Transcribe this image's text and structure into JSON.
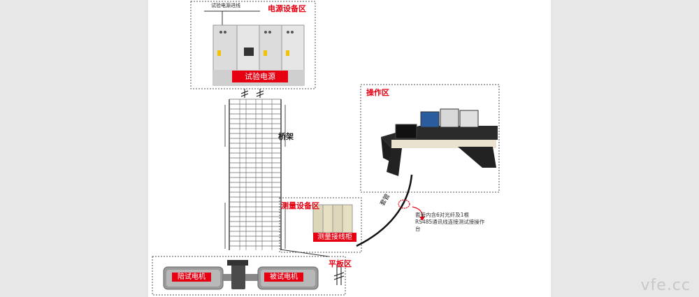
{
  "zones": {
    "power": "电源设备区",
    "operation": "操作区",
    "measurement": "测量设备区",
    "platform": "平板区"
  },
  "labels": {
    "supply_line": "试验电源进线",
    "test_power": "试验电源",
    "bridge": "桥架",
    "measure_cabinet": "测量接线柜",
    "accompany_motor": "陪试电机",
    "tested_motor": "被试电机",
    "conduit": "套管"
  },
  "note": "套管内含6对光纤及1根RS485通讯线连接测试接操作台",
  "watermark": "vfe.cc",
  "colors": {
    "accent": "#e60012",
    "background_side": "#e7e7e7"
  }
}
